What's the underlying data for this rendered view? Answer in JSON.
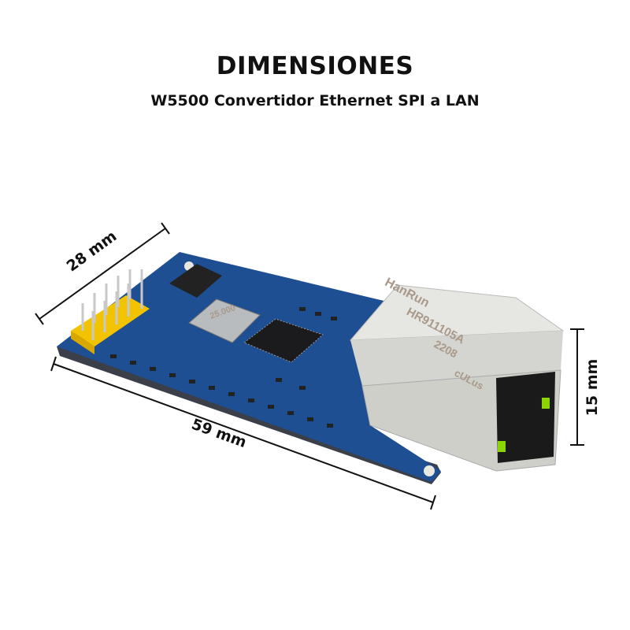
{
  "header": {
    "title": "DIMENSIONES",
    "subtitle": "W5500 Convertidor Ethernet SPI a LAN"
  },
  "dimensions": {
    "width": "28 mm",
    "length": "59 mm",
    "height": "15 mm"
  },
  "product": {
    "connector_brand": "HanRun",
    "connector_model": "HR911105A",
    "connector_date": "2208",
    "certification": "cULus",
    "crystal_marking": "25.000",
    "colors": {
      "pcb": "#1f4f93",
      "header": "#f2c300",
      "jack": "#d9d9d6"
    }
  }
}
